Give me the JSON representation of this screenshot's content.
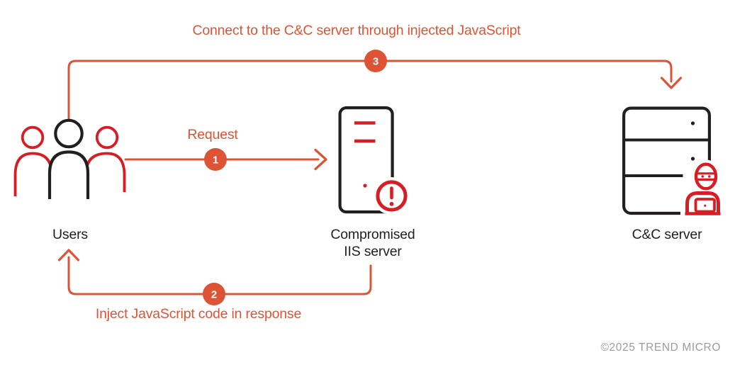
{
  "colors": {
    "arrow_orange": "#DC5435",
    "icon_red": "#D71E25",
    "ink_black": "#231F20",
    "muted_gray": "#9D9D9C",
    "background": "#FFFFFF"
  },
  "nodes": {
    "users": {
      "label": "Users",
      "icon": "users-group-icon"
    },
    "iis": {
      "label_line1": "Compromised",
      "label_line2": "IIS server",
      "icon": "tower-server-warning-icon"
    },
    "cnc": {
      "label": "C&C server",
      "icon": "rack-server-hacker-icon"
    }
  },
  "flows": [
    {
      "num": "1",
      "label": "Request",
      "from": "Users",
      "to": "Compromised IIS server"
    },
    {
      "num": "2",
      "label": "Inject JavaScript code in response",
      "from": "Compromised IIS server",
      "to": "Users"
    },
    {
      "num": "3",
      "label": "Connect to the C&C server through injected JavaScript",
      "from": "Users",
      "to": "C&C server"
    }
  ],
  "footer": {
    "copyright": "©2025 TREND MICRO"
  }
}
